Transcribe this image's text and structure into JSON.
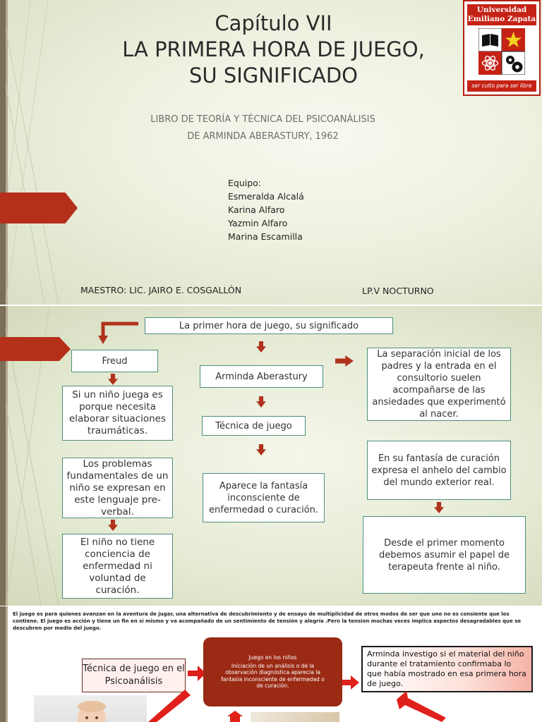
{
  "slide1": {
    "chapter": "Capítulo VII",
    "title_line1": "LA PRIMERA HORA DE JUEGO,",
    "title_line2": "SU SIGNIFICADO",
    "subtitle_line1": "LIBRO DE TEORÍA Y TÉCNICA DEL PSICOANÁLISIS",
    "subtitle_line2": "DE ARMINDA ABERASTURY, 1962",
    "team_label": "Equipo:",
    "team_members": [
      "Esmeralda Alcalá",
      "Karina Alfaro",
      "Yazmin Alfaro",
      "Marina Escamilla"
    ],
    "teacher": "MAESTRO: LIC. JAIRO E. COSGALLÓN",
    "shift": "LP.V  NOCTURNO",
    "logo": {
      "line1": "Universidad",
      "line2": "Emiliano Zapata",
      "tagline": "ser culto para ser libre",
      "icons": [
        "book-icon",
        "star-icon",
        "atom-icon",
        "gears-icon"
      ]
    }
  },
  "slide2": {
    "header": "La primer hora de juego, su significado",
    "left": [
      "Freud",
      "Si un niño juega es porque necesita elaborar situaciones traumáticas.",
      "Los problemas fundamentales de un niño se expresan en este lenguaje pre-verbal.",
      "El niño no tiene conciencia de enfermedad ni voluntad de curación."
    ],
    "center": [
      "Arminda Aberastury",
      "Técnica de juego",
      "Aparece la fantasía inconsciente de enfermedad o curación."
    ],
    "right": [
      "La separación inicial de los padres y la entrada en el consultorio suelen acompañarse de las ansiedades que experimentó al nacer.",
      "En su fantasía de curación expresa el anhelo del cambio del mundo exterior real.",
      "Desde el primer momento debemos asumir el papel de terapeuta frente al niño."
    ],
    "colors": {
      "arrow": "#b0321c",
      "box_border": "#4c8f7d"
    }
  },
  "slide3": {
    "paragraph": "El juego es para quienes avanzan en la aventura de jugar, una alternativa de descubrimiento y de ensayo de multiplicidad de otros modos de ser que uno no es consiente que los contiene. El juego es acción y tiene un fin en sí mismo y va acompañado de un sentimiento de tensión y alegría .Pero la tension muchas veces implica aspectos desagradables que se descubren por medio del juego.",
    "tecnica_box": "Técnica de juego en el Psicoanálisis",
    "juego_title": "Juego  en los niños",
    "juego_body": "Iniciación de un análisis o de la observación diagnóstica aparecia  la fantasia inconsciente de enfermedad o de curación.",
    "arminda_box": "Arminda investigo si el material del niño durante el tratamiento confirmaba lo que había mostrado en esa primera hora de juego.",
    "colors": {
      "juego_bg": "#9a2a14",
      "arrow": "#e0201a"
    }
  }
}
